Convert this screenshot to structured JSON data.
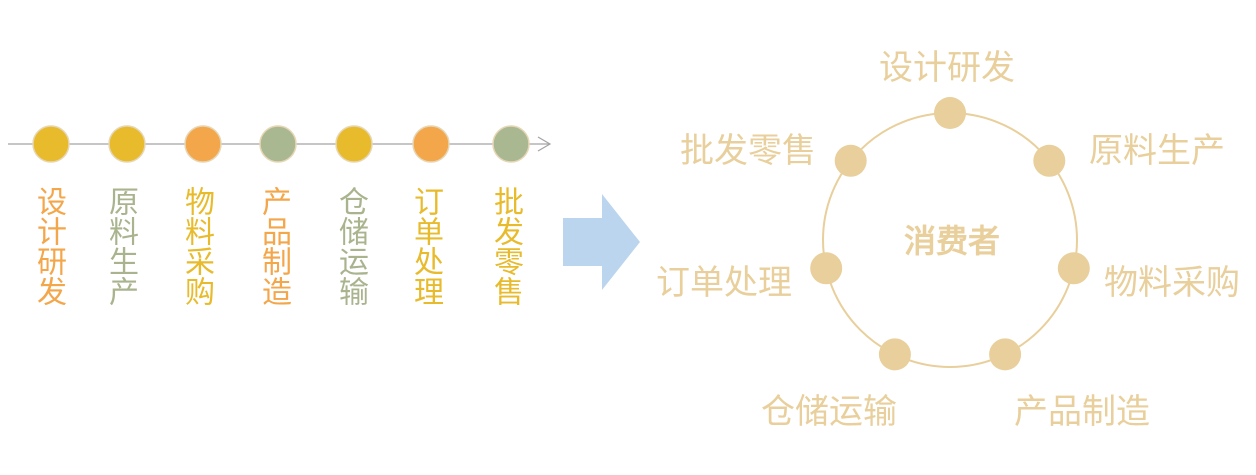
{
  "timeline": {
    "steps": [
      {
        "label": "设计研发",
        "color": "#f3a64a",
        "dot": "#e8bb2c"
      },
      {
        "label": "原料生产",
        "color": "#a9b48e",
        "dot": "#e8bb2c"
      },
      {
        "label": "物料采购",
        "color": "#e8bb2c",
        "dot": "#f3a64a"
      },
      {
        "label": "产品制造",
        "color": "#f3a64a",
        "dot": "#a9b891"
      },
      {
        "label": "仓储运输",
        "color": "#a9b48e",
        "dot": "#e8bb2c"
      },
      {
        "label": "订单处理",
        "color": "#e8bb2c",
        "dot": "#f3a64a"
      },
      {
        "label": "批发零售",
        "color": "#e8bb2c",
        "dot": "#a9b891"
      }
    ]
  },
  "cycle": {
    "center": "消费者",
    "nodes": [
      "设计研发",
      "原料生产",
      "物料采购",
      "产品制造",
      "仓储运输",
      "订单处理",
      "批发零售"
    ],
    "color": "#e8cf9b"
  },
  "colors": {
    "arrow": "#bcd5ef",
    "line": "#a3a3a3",
    "dot_border": "#e6d6b4"
  }
}
